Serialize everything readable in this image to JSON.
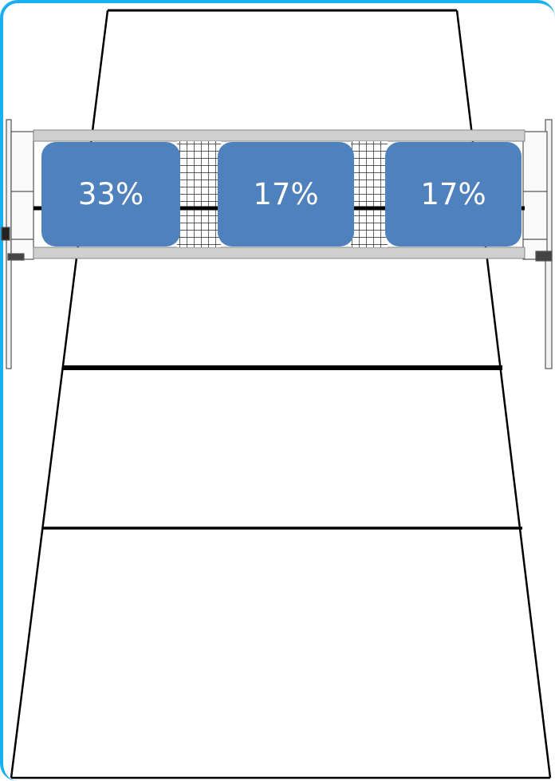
{
  "colors": {
    "frame": "#1ab0f0",
    "zone_fill": "#4f81bd",
    "zone_text": "#ffffff",
    "court_line": "#000000",
    "net_frame": "#c8c8c8"
  },
  "zones": [
    {
      "label": "33%",
      "value": 33
    },
    {
      "label": "17%",
      "value": 17
    },
    {
      "label": "17%",
      "value": 17
    }
  ]
}
